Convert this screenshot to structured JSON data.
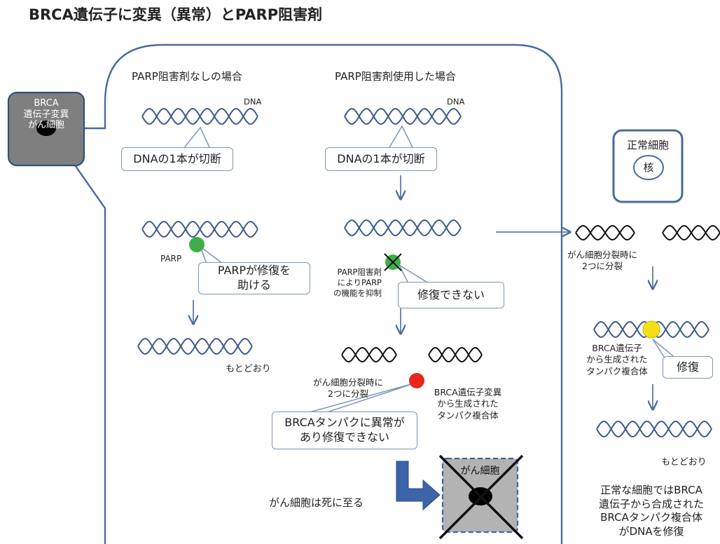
{
  "title": "BRCA遺伝子に変異（異常）とPARP阻害剤",
  "brca_cell": {
    "line1": "BRCA",
    "line2": "遺伝子変異",
    "line3": "がん細胞"
  },
  "left_column": {
    "heading": "PARP阻害剤なしの場合",
    "dna_label": "DNA",
    "break_callout": "DNAの1本が切断",
    "parp_label": "PARP",
    "repair_callout_line1": "PARPが修復を",
    "repair_callout_line2": "助ける",
    "restored": "もとどおり"
  },
  "middle_column": {
    "heading": "PARP阻害剤使用した場合",
    "dna_label": "DNA",
    "break_callout": "DNAの1本が切断",
    "inhibit_line1": "PARP阻害剤",
    "inhibit_line2": "によりPARP",
    "inhibit_line3": "の機能を抑制",
    "cannot_repair": "修復できない",
    "division_line1": "がん細胞分裂時に",
    "division_line2": "2つに分裂",
    "brca_complex_line1": "BRCA遺伝子変異",
    "brca_complex_line2": "から生成された",
    "brca_complex_line3": "タンパク複合体",
    "abnormal_line1": "BRCAタンパクに異常が",
    "abnormal_line2": "あり修復できない",
    "dead_cell_label": "がん細胞",
    "cell_death": "がん細胞は死に至る"
  },
  "right_column": {
    "normal_cell": "正常細胞",
    "nucleus": "核",
    "division_line1": "がん細胞分裂時に",
    "division_line2": "2つに分裂",
    "complex_line1": "BRCA遺伝子",
    "complex_line2": "から生成された",
    "complex_line3": "タンパク複合体",
    "repair": "修復",
    "restored": "もとどおり",
    "summary_line1": "正常な細胞ではBRCA",
    "summary_line2": "遺伝子から合成された",
    "summary_line3": "BRCAタンパク複合体",
    "summary_line4": "がDNAを修復"
  },
  "colors": {
    "dna_strand": "#3d5a8a",
    "border": "#4a6a9e",
    "callout_border": "#7e96b8",
    "parp_green": "#3fae49",
    "abnormal_red": "#e8261c",
    "repair_yellow": "#f2e014",
    "nucleus_black": "#000000",
    "cell_gray": "#a9a9a9",
    "arrow_fill": "#3c64a8"
  }
}
